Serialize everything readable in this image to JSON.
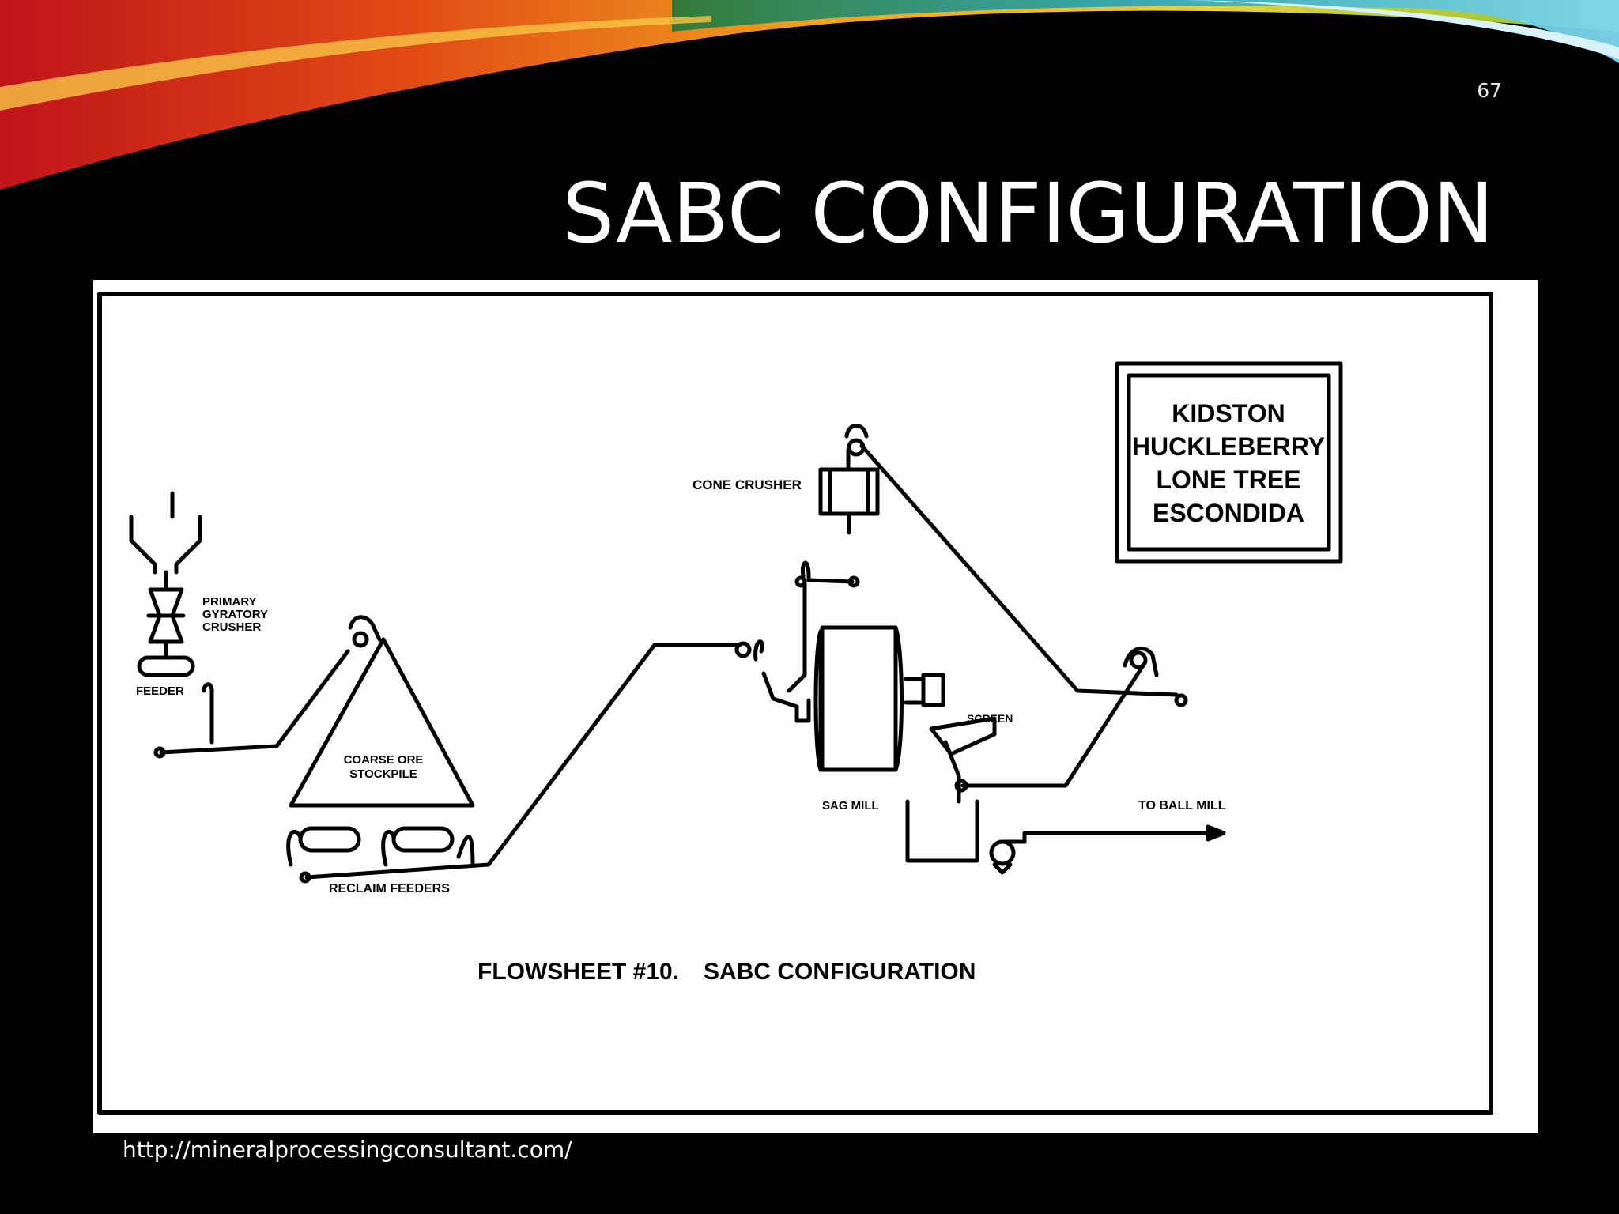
{
  "slide": {
    "number": "67",
    "title": "SABC CONFIGURATION",
    "source_url": "http://mineralprocessingconsultant.com/"
  },
  "diagram": {
    "mine_list": [
      "KIDSTON",
      "HUCKLEBERRY",
      "LONE TREE",
      "ESCONDIDA"
    ],
    "labels": {
      "primary_crusher": [
        "PRIMARY",
        "GYRATORY",
        "CRUSHER"
      ],
      "feeder": "FEEDER",
      "stockpile": [
        "COARSE ORE",
        "STOCKPILE"
      ],
      "reclaim_feeders": "RECLAIM FEEDERS",
      "cone_crusher": "CONE CRUSHER",
      "screen": "SCREEN",
      "sag_mill": "SAG MILL",
      "to_ball_mill": "TO BALL MILL"
    },
    "caption": {
      "flowsheet": "FLOWSHEET #10.",
      "name": "SABC CONFIGURATION"
    }
  },
  "colors": {
    "background": "#000000",
    "figure_background": "#ffffff",
    "ink": "#000000"
  }
}
